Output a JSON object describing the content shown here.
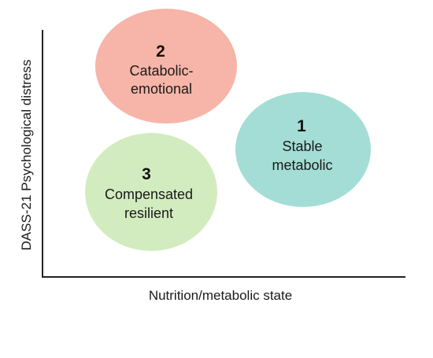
{
  "axes": {
    "x_label": "Nutrition/metabolic state",
    "y_label": "DASS-21 Psychological distress"
  },
  "clusters": [
    {
      "number": "2",
      "line1": "Catabolic-",
      "line2": "emotional",
      "fill": "#f6b5a8"
    },
    {
      "number": "1",
      "line1": "Stable",
      "line2": "metabolic",
      "fill": "#a3ddd6"
    },
    {
      "number": "3",
      "line1": "Compensated",
      "line2": "resilient",
      "fill": "#d3ecbf"
    }
  ]
}
